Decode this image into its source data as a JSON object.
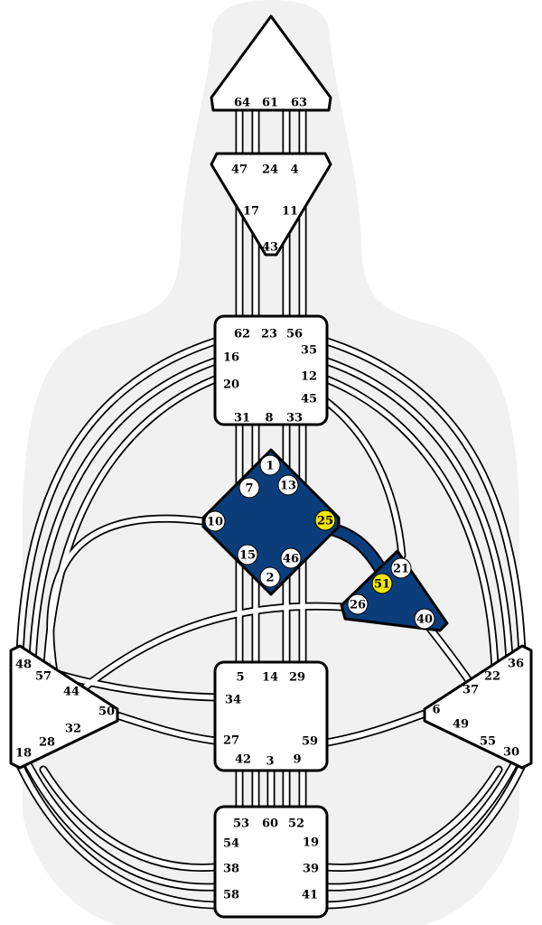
{
  "colors": {
    "silhouette": "#f1f1f1",
    "defined_center": "#0b3d7a",
    "active_gate": "#f2e600",
    "undefined_center": "#ffffff"
  },
  "centers": {
    "head": {
      "gates": [
        "64",
        "61",
        "63"
      ]
    },
    "ajna": {
      "gates": [
        "47",
        "24",
        "4",
        "17",
        "11",
        "43"
      ]
    },
    "throat": {
      "gates": [
        "62",
        "23",
        "56",
        "16",
        "35",
        "20",
        "12",
        "45",
        "31",
        "8",
        "33"
      ]
    },
    "g": {
      "gates": [
        "1",
        "7",
        "13",
        "10",
        "25",
        "15",
        "46",
        "2"
      ]
    },
    "ego": {
      "gates": [
        "21",
        "51",
        "26",
        "40"
      ]
    },
    "spleen": {
      "gates": [
        "48",
        "57",
        "44",
        "50",
        "32",
        "28",
        "18"
      ]
    },
    "sacral": {
      "gates": [
        "5",
        "14",
        "29",
        "34",
        "27",
        "59",
        "42",
        "3",
        "9"
      ]
    },
    "solar": {
      "gates": [
        "36",
        "22",
        "37",
        "6",
        "49",
        "55",
        "30"
      ]
    },
    "root": {
      "gates": [
        "53",
        "60",
        "52",
        "54",
        "19",
        "38",
        "39",
        "58",
        "41"
      ]
    }
  },
  "active_gates": [
    "25",
    "51"
  ]
}
